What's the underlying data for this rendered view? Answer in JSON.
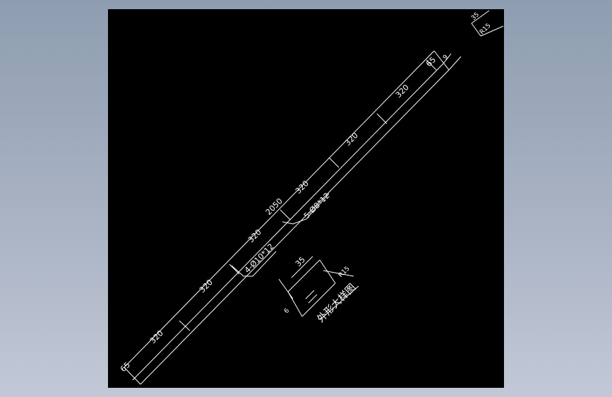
{
  "drawing": {
    "background": "#000000",
    "line_color": "#ffffff",
    "overall_length": "2050",
    "segment_dims": [
      "320",
      "320",
      "320",
      "320",
      "320",
      "320"
    ],
    "end_dim_start": "65",
    "end_dim_end": "65",
    "end_small_dim": "9",
    "hole_note_1": "4-Ø10*12",
    "hole_note_2": "5-Ø8*12",
    "detail": {
      "title": "外形大样图",
      "dim_top": "35",
      "radius": "R15",
      "thickness": "6"
    },
    "corner_detail": {
      "dim_top": "35",
      "radius": "R15"
    }
  }
}
